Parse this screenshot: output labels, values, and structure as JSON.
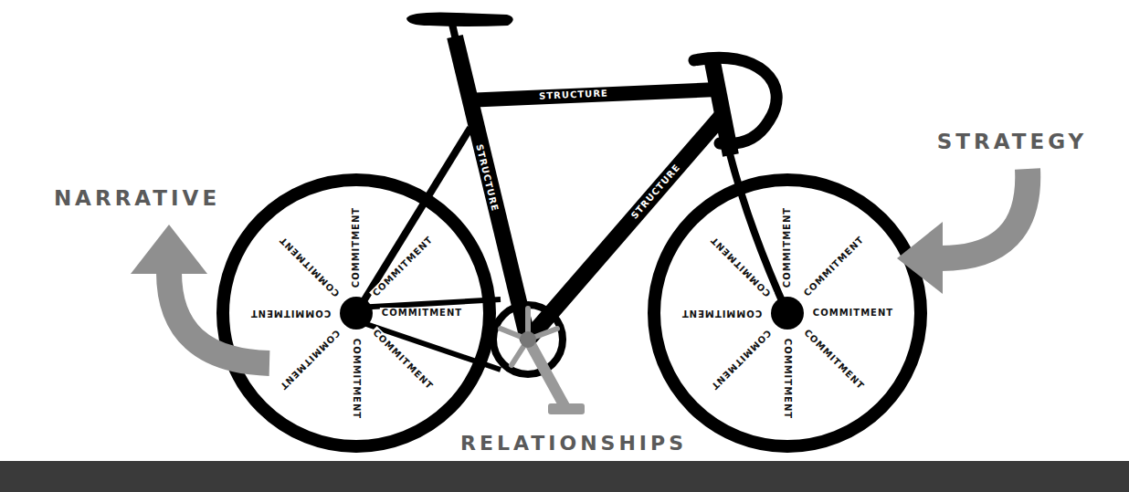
{
  "diagram": {
    "labels": [
      "NARRATIVE",
      "STRATEGY",
      "STRUCTURE",
      "STRUCTURE",
      "STRUCTURE",
      "COMMITMENT",
      "COMMITMENT",
      "COMMITMENT",
      "COMMITMENT",
      "COMMITMENT",
      "COMMITMENT",
      "COMMITMENT",
      "COMMITMENT",
      "COMMITMENT",
      "COMMITMENT",
      "COMMITMENT",
      "COMMITMENT",
      "COMMITMENT",
      "COMMITMENT",
      "COMMITMENT",
      "COMMITMENT",
      "RELATIONSHIPS"
    ]
  }
}
